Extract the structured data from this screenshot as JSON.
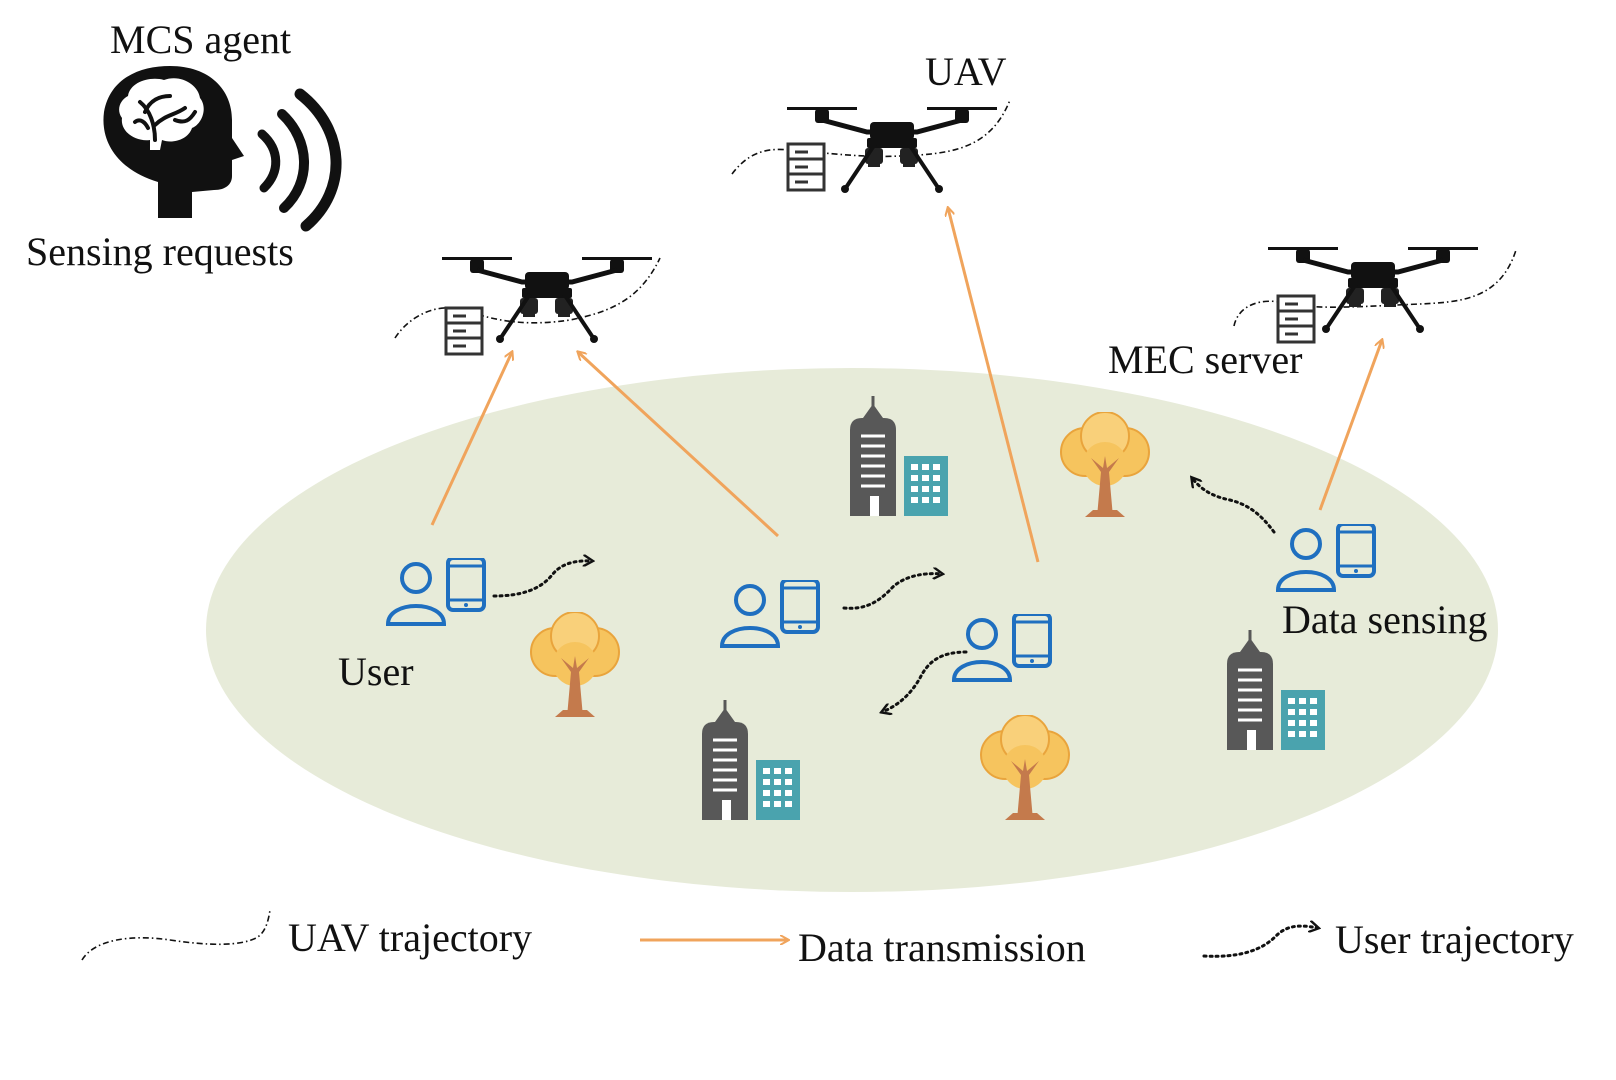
{
  "labels": {
    "mcs_agent": "MCS agent",
    "sensing_requests": "Sensing requests",
    "uav": "UAV",
    "mec_server": "MEC server",
    "user": "User",
    "data_sensing": "Data sensing"
  },
  "legend": {
    "uav_trajectory": "UAV trajectory",
    "data_transmission": "Data transmission",
    "user_trajectory": "User trajectory"
  },
  "colors": {
    "ground": "#e7ebd9",
    "arrow": "#f0a45c",
    "user_icon": "#1f6fc0",
    "building_dark": "#585858",
    "building_teal": "#4aa3ae",
    "tree_crown": "#f6c45e",
    "tree_trunk": "#c47a4c"
  },
  "icons": [
    "brain-head-icon",
    "signal-waves-icon",
    "drone-icon",
    "server-icon",
    "user-icon",
    "phone-icon",
    "building-icon",
    "tree-icon"
  ]
}
